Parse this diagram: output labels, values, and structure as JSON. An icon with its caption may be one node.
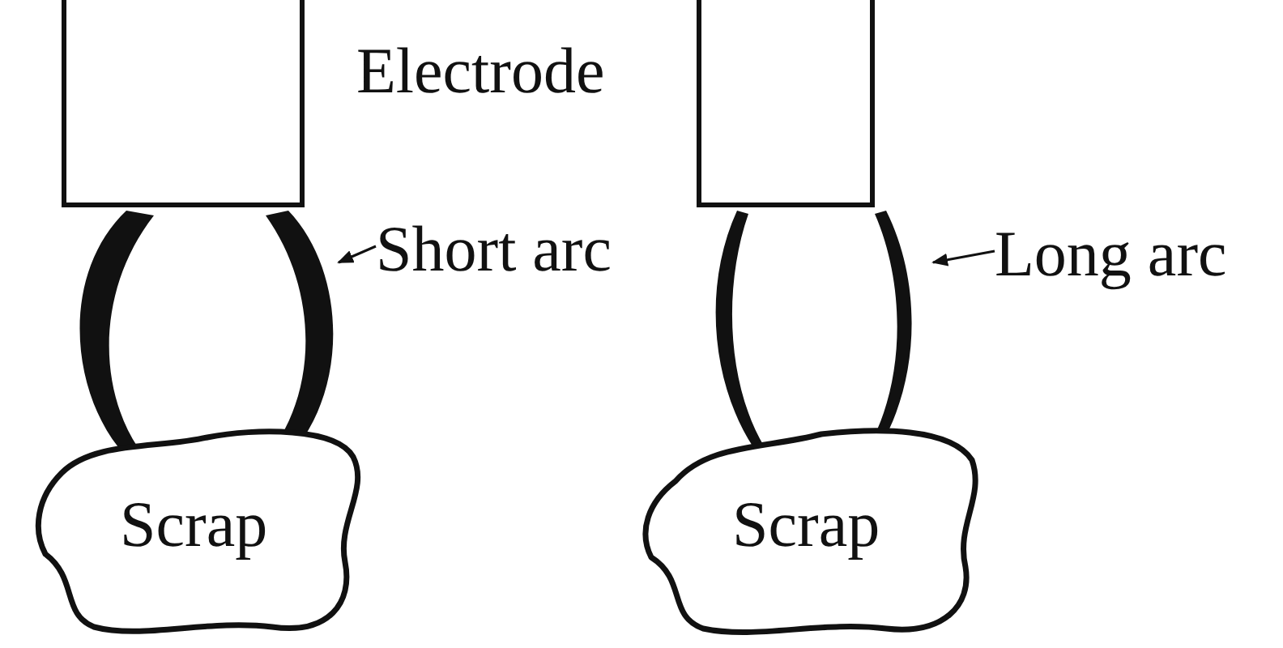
{
  "diagram": {
    "nodes": [
      {
        "text": [],
        "shape": "box"
      },
      {
        "text": [],
        "shape": "box"
      },
      {
        "text": [],
        "shape": "arc"
      },
      {
        "text": [
          "Short arc"
        ]
      },
      {
        "text": [],
        "shape": "arc"
      },
      {
        "text": [
          "Long arc"
        ]
      },
      {
        "text": [
          "Scrap"
        ]
      },
      {
        "text": [
          "Scrap"
        ]
      }
    ],
    "edges": [
      {
        "from": 3,
        "to": 2,
        "arrow": "to"
      },
      {
        "from": 5,
        "to": 4,
        "arrow": "to"
      }
    ],
    "labels": [
      "Electrode"
    ]
  }
}
